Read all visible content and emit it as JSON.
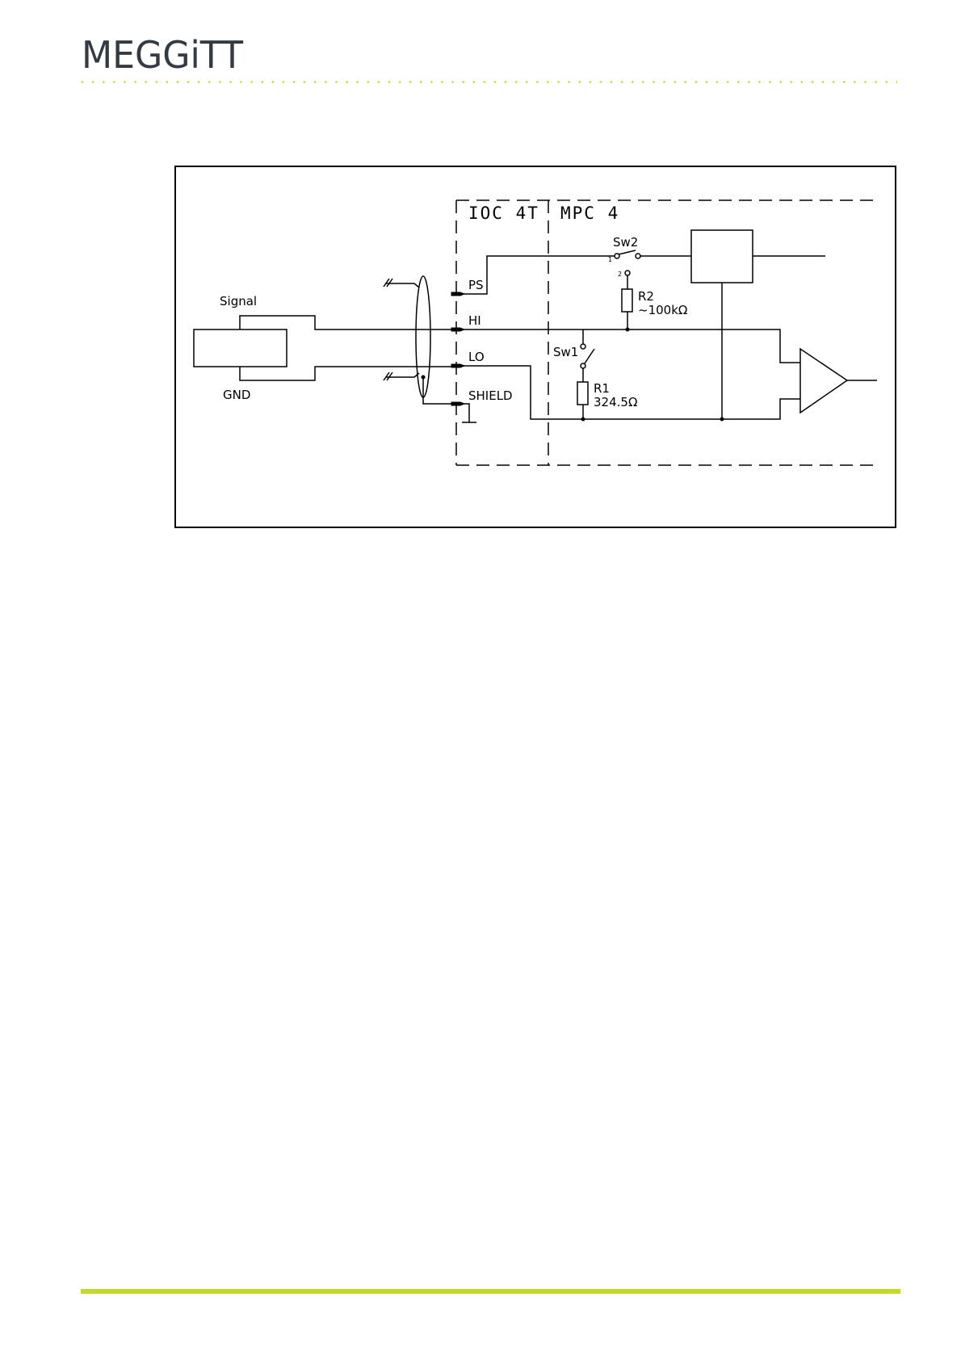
{
  "header": {
    "logo_text": "MEGGiTT",
    "brand_color": "#333a44",
    "accent_color": "#c5d92d"
  },
  "diagram": {
    "zones": {
      "ioc": "IOC 4T",
      "mpc": "MPC 4"
    },
    "sensor": {
      "signal_label": "Signal",
      "gnd_label": "GND"
    },
    "pins": {
      "ps": "PS",
      "hi": "HI",
      "lo": "LO",
      "shield": "SHIELD"
    },
    "sw2": {
      "label": "Sw2",
      "pos1": "1",
      "pos2": "2"
    },
    "sw1": {
      "label": "Sw1"
    },
    "r2": {
      "label": "R2",
      "value": "~100kΩ"
    },
    "r1": {
      "label": "R1",
      "value": "324.5Ω"
    }
  }
}
